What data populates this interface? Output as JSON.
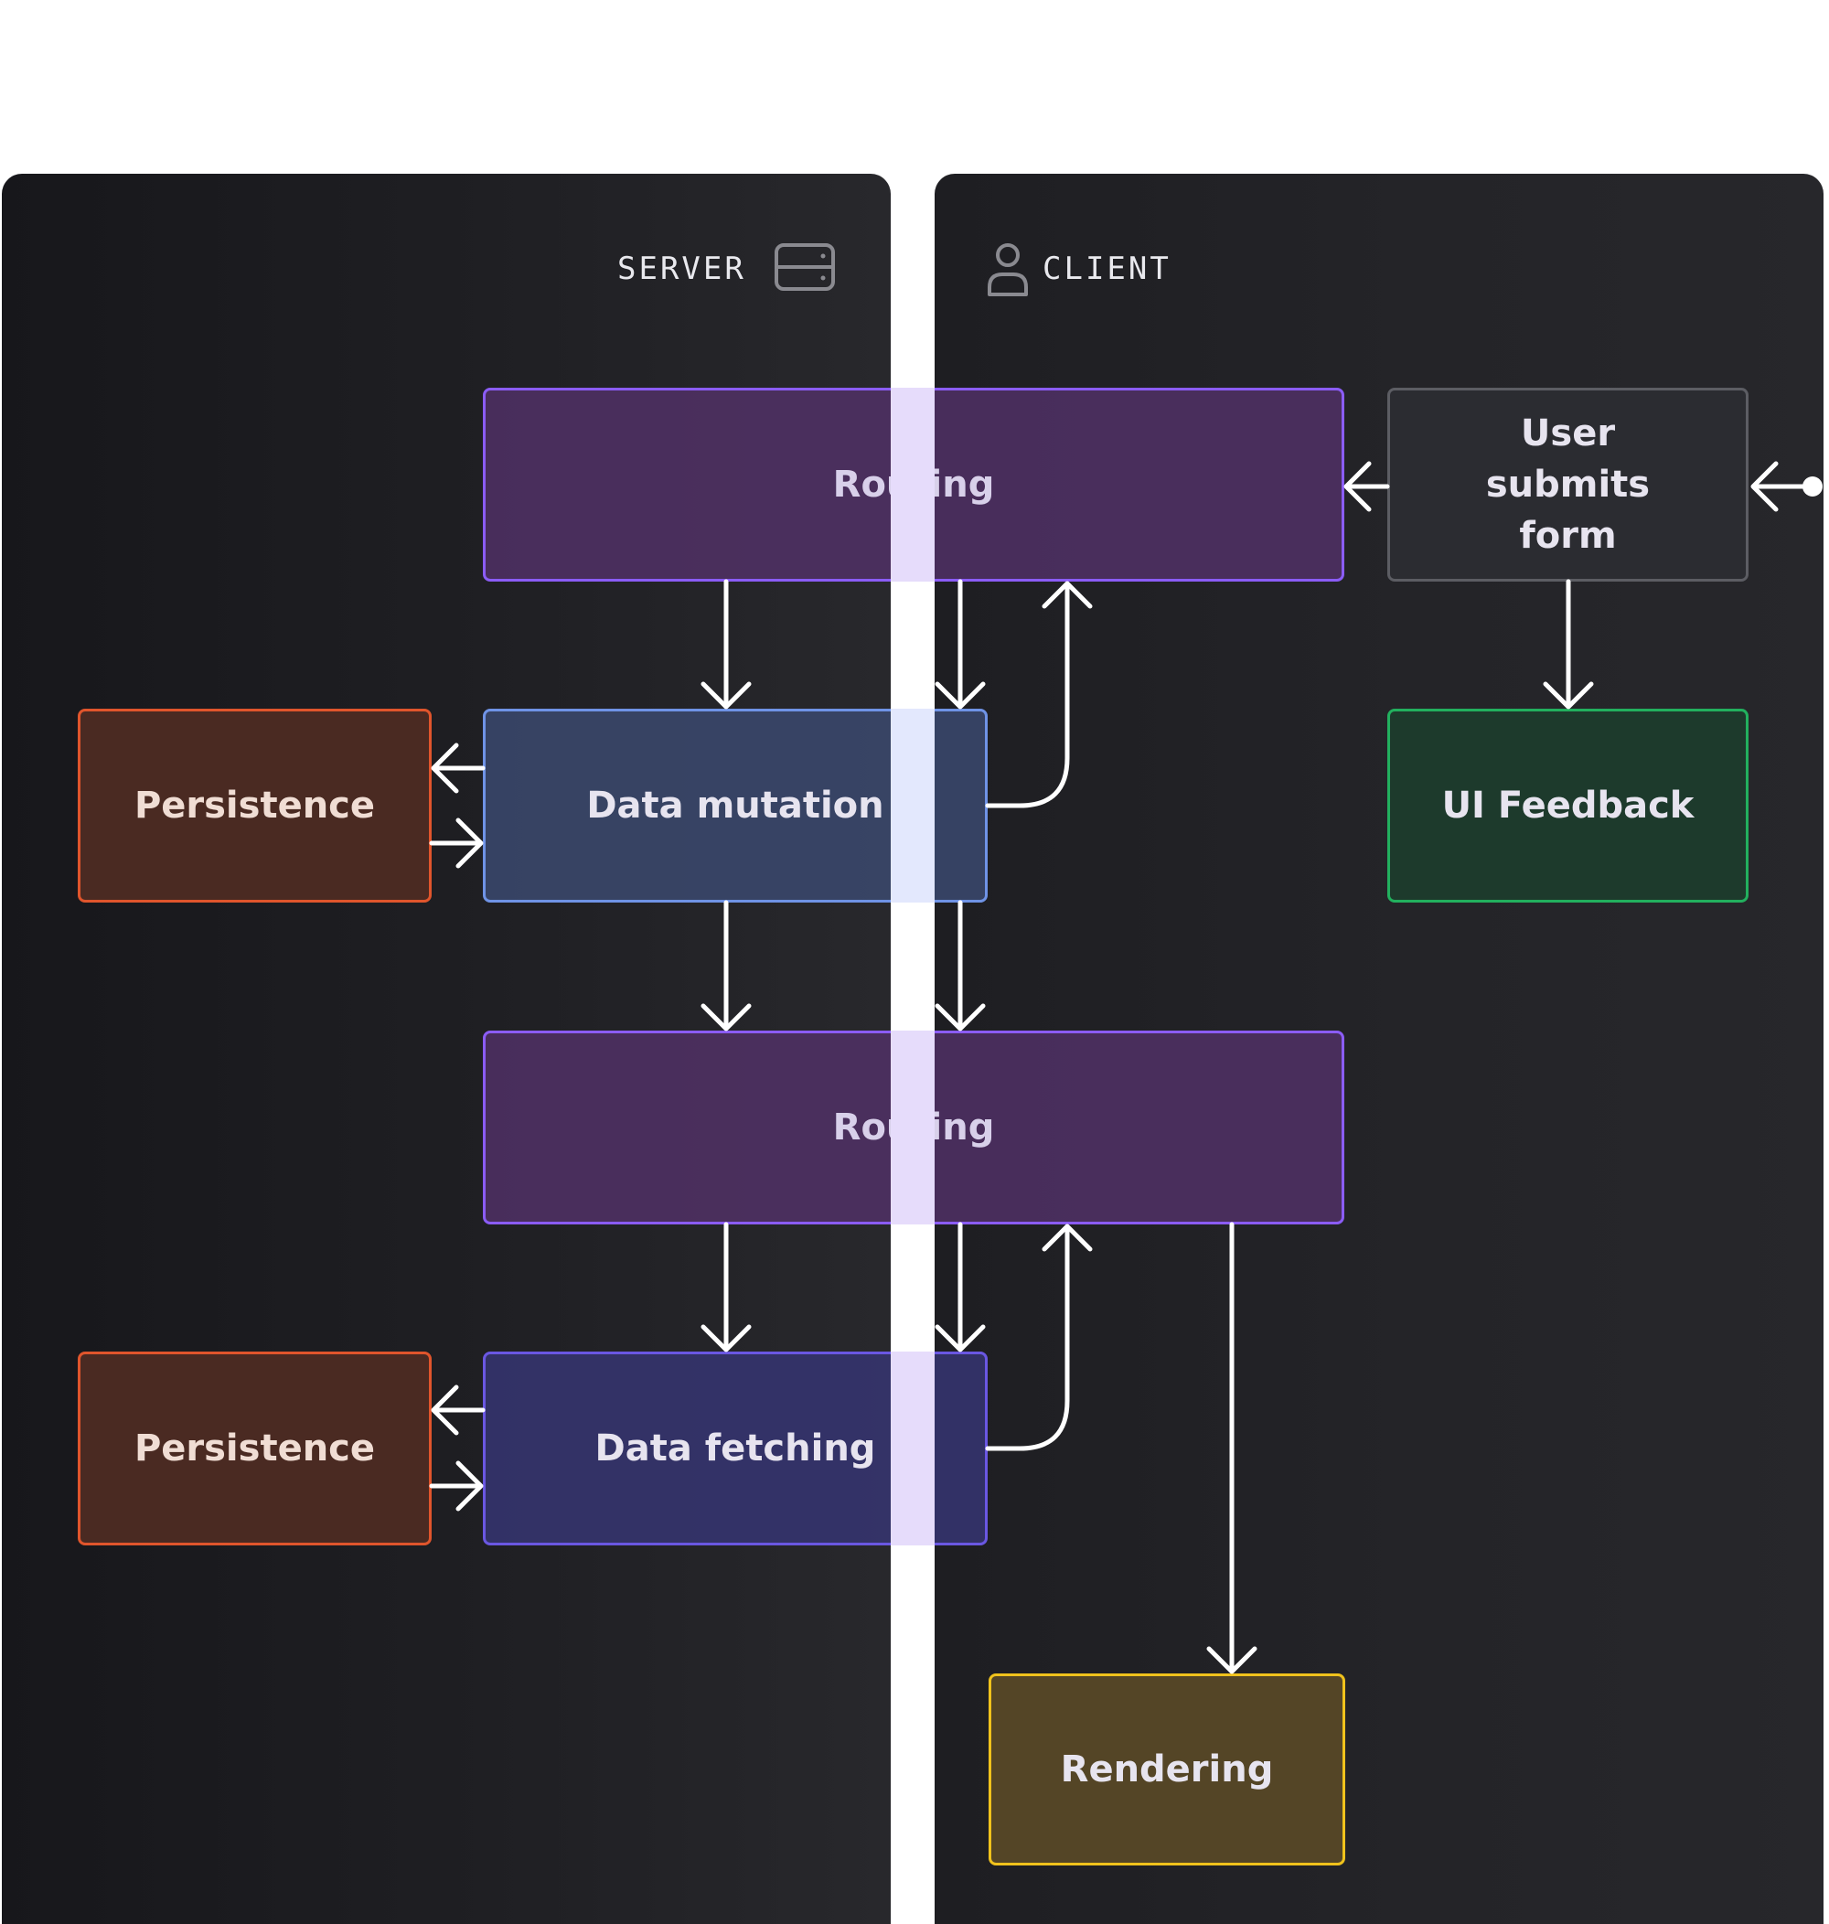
{
  "panels": {
    "server": {
      "label": "SERVER",
      "icon": "server-icon"
    },
    "client": {
      "label": "CLIENT",
      "icon": "user-icon"
    }
  },
  "nodes": {
    "routing_top": "Routing",
    "data_mutation": "Data mutation",
    "persistence_top": "Persistence",
    "user_submits_form": "User submits form",
    "ui_feedback": "UI Feedback",
    "routing_bottom": "Routing",
    "data_fetching": "Data fetching",
    "persistence_bottom": "Persistence",
    "rendering": "Rendering"
  },
  "colors": {
    "routing": "#8b5cf6",
    "data_mutation": "#6f93e6",
    "data_fetching": "#6a57e2",
    "persistence": "#e0552c",
    "user_action": "#5c5d63",
    "ui_feedback": "#22b05e",
    "rendering": "#f0c21c"
  }
}
